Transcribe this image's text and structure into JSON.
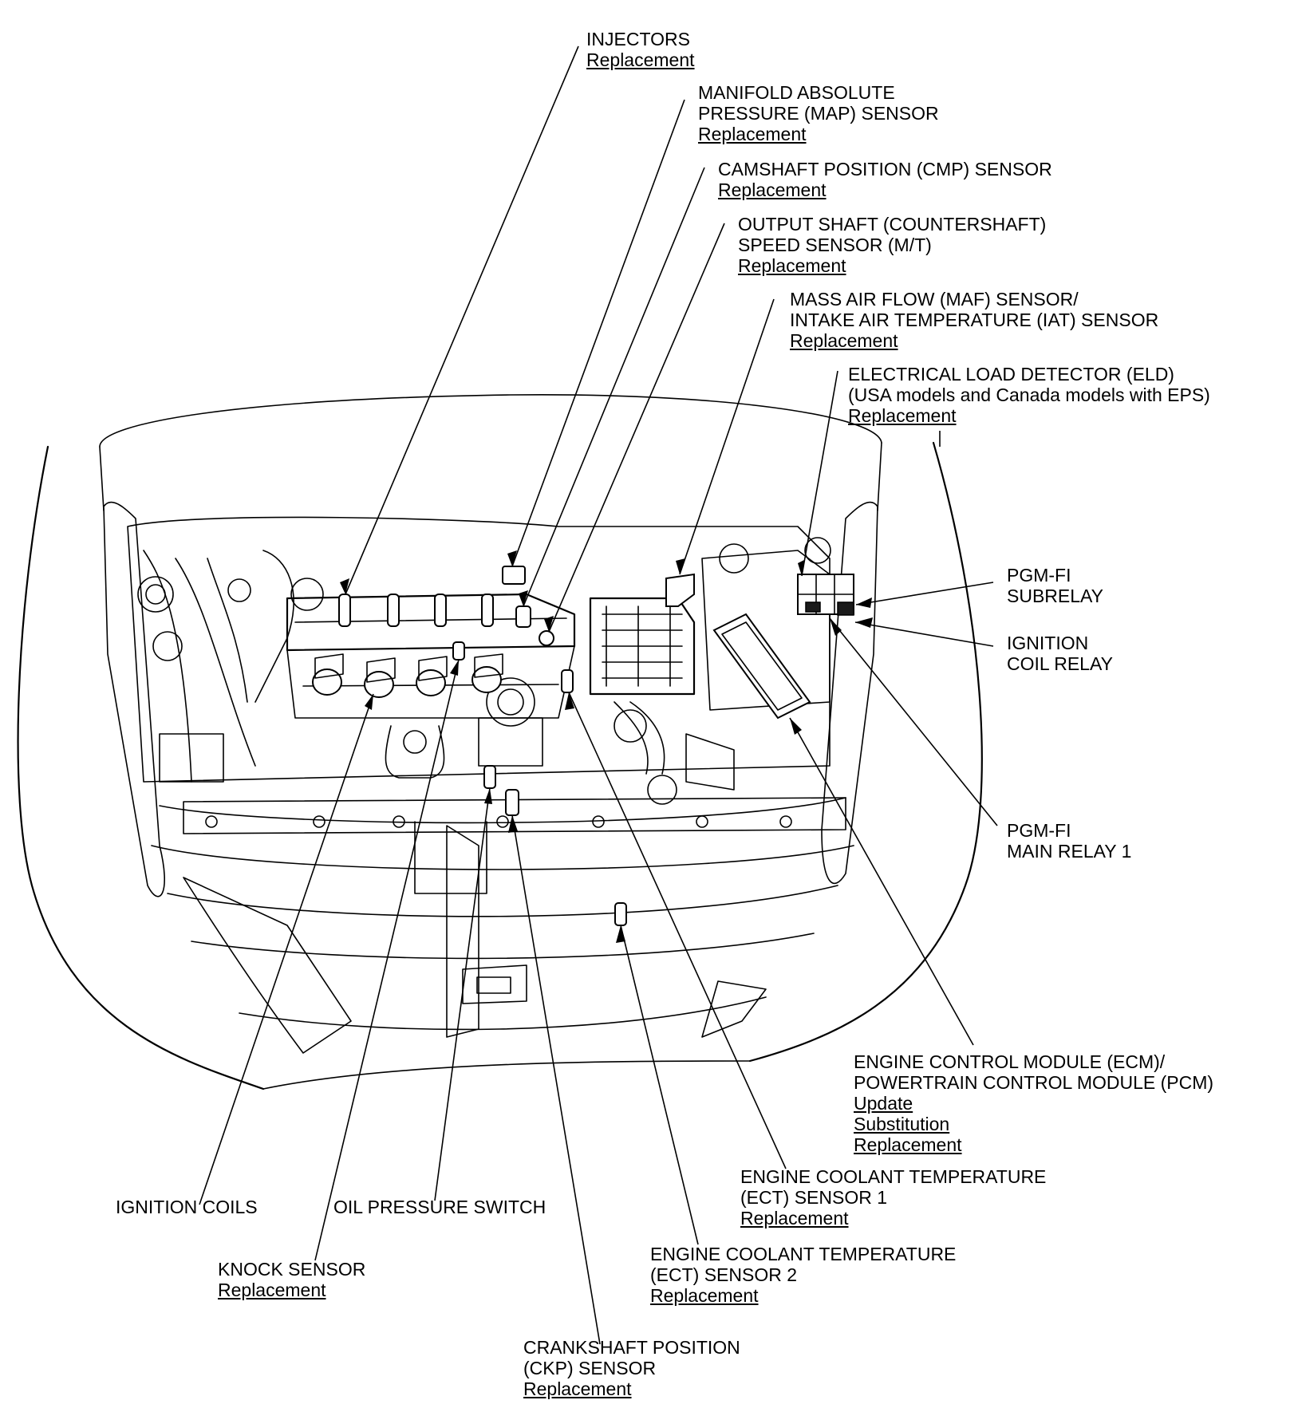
{
  "callouts": {
    "injectors": {
      "lines": [
        "INJECTORS"
      ],
      "links": [
        "Replacement"
      ]
    },
    "map_sensor": {
      "lines": [
        "MANIFOLD ABSOLUTE",
        "PRESSURE (MAP) SENSOR"
      ],
      "links": [
        "Replacement"
      ]
    },
    "cmp_sensor": {
      "lines": [
        "CAMSHAFT POSITION (CMP) SENSOR"
      ],
      "links": [
        "Replacement"
      ]
    },
    "output_shaft_sensor": {
      "lines": [
        "OUTPUT SHAFT (COUNTERSHAFT)",
        "SPEED SENSOR (M/T)"
      ],
      "links": [
        "Replacement"
      ]
    },
    "maf_iat_sensor": {
      "lines": [
        "MASS AIR FLOW (MAF) SENSOR/",
        "INTAKE AIR TEMPERATURE (IAT) SENSOR"
      ],
      "links": [
        "Replacement"
      ]
    },
    "eld": {
      "lines": [
        "ELECTRICAL LOAD DETECTOR (ELD)",
        "(USA models and Canada models with EPS)"
      ],
      "links": [
        "Replacement"
      ]
    },
    "pgmfi_subrelay": {
      "lines": [
        "PGM-FI",
        "SUBRELAY"
      ],
      "links": []
    },
    "ignition_coil_relay": {
      "lines": [
        "IGNITION",
        "COIL RELAY"
      ],
      "links": []
    },
    "pgmfi_main_relay": {
      "lines": [
        "PGM-FI",
        "MAIN RELAY 1"
      ],
      "links": []
    },
    "ecm_pcm": {
      "lines": [
        "ENGINE CONTROL MODULE (ECM)/",
        "POWERTRAIN CONTROL MODULE (PCM)"
      ],
      "links": [
        "Update",
        "Substitution",
        "Replacement"
      ]
    },
    "ect_sensor_1": {
      "lines": [
        "ENGINE COOLANT TEMPERATURE",
        "(ECT) SENSOR 1"
      ],
      "links": [
        "Replacement"
      ]
    },
    "ect_sensor_2": {
      "lines": [
        "ENGINE COOLANT TEMPERATURE",
        "(ECT) SENSOR 2"
      ],
      "links": [
        "Replacement"
      ]
    },
    "ignition_coils": {
      "lines": [
        "IGNITION COILS"
      ],
      "links": []
    },
    "oil_pressure_switch": {
      "lines": [
        "OIL PRESSURE SWITCH"
      ],
      "links": []
    },
    "knock_sensor": {
      "lines": [
        "KNOCK SENSOR"
      ],
      "links": [
        "Replacement"
      ]
    },
    "ckp_sensor": {
      "lines": [
        "CRANKSHAFT POSITION",
        "(CKP) SENSOR"
      ],
      "links": [
        "Replacement"
      ]
    }
  }
}
